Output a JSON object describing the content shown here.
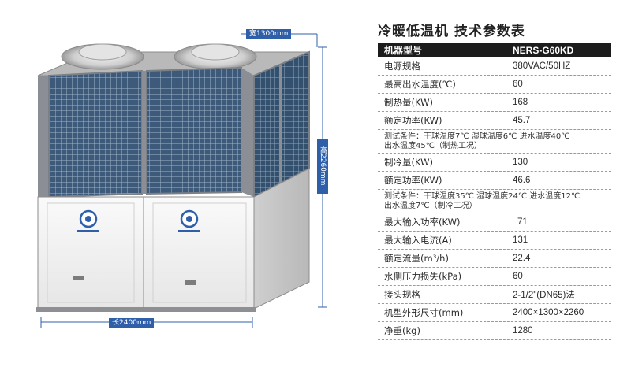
{
  "dimensions": {
    "width": "宽1300mm",
    "height": "高2260mm",
    "length": "长2400mm"
  },
  "table": {
    "title": "冷暖低温机 技术参数表",
    "header": {
      "label": "机器型号",
      "value": "NERS-G60KD"
    },
    "rows": [
      {
        "label": "电源规格",
        "value": "380VAC/50HZ"
      },
      {
        "label": "最高出水温度(℃)",
        "value": "60"
      },
      {
        "label": "制热量(KW)",
        "value": "168"
      },
      {
        "label": "额定功率(KW)",
        "value": "45.7"
      },
      {
        "note_line1": "测试条件：干球温度7℃ 湿球温度6℃ 进水温度40℃",
        "note_line2": "出水温度45℃（制热工况）"
      },
      {
        "label": "制冷量(KW)",
        "value": "130"
      },
      {
        "label": "额定功率(KW)",
        "value": "46.6"
      },
      {
        "note_line1": "测试条件：干球温度35℃ 湿球温度24℃ 进水温度12℃",
        "note_line2": "出水温度7℃（制冷工况）"
      },
      {
        "label": "最大输入功率(KW)",
        "value": "71"
      },
      {
        "label": "最大输入电流(A)",
        "value": "131"
      },
      {
        "label": "额定流量(m³/h)",
        "value": "22.4"
      },
      {
        "label": "水侧压力损失(kPa)",
        "value": "60"
      },
      {
        "label": "接头规格",
        "value": "2-1/2\"(DN65)法"
      },
      {
        "label": "机型外形尺寸(mm)",
        "value": "2400×1300×2260"
      },
      {
        "label": "净重(kg)",
        "value": "1280"
      }
    ]
  }
}
